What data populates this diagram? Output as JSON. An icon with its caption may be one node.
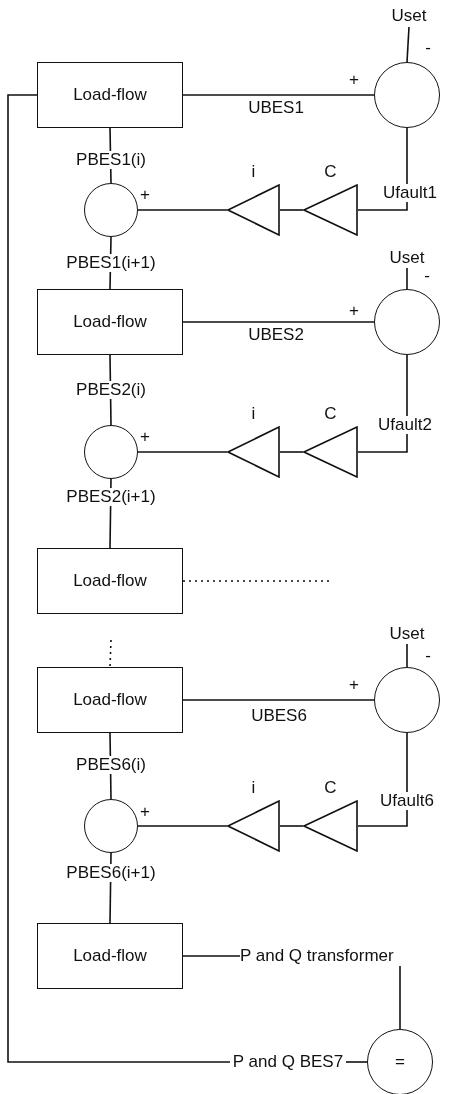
{
  "diagram": {
    "nodes": [
      {
        "text": [
          "Uset"
        ]
      },
      {
        "text": [
          "Load-flow"
        ]
      },
      {
        "text": [],
        "shape": "circle",
        "beside": [
          "-",
          "+"
        ]
      },
      {
        "text": [
          "i"
        ]
      },
      {
        "text": [
          "C"
        ]
      },
      {
        "text": [],
        "shape": "circle",
        "beside": [
          "+"
        ]
      },
      {
        "text": [
          "Uset"
        ]
      },
      {
        "text": [
          "Load-flow"
        ]
      },
      {
        "text": [],
        "shape": "circle",
        "beside": [
          "-",
          "+"
        ]
      },
      {
        "text": [
          "i"
        ]
      },
      {
        "text": [
          "C"
        ]
      },
      {
        "text": [],
        "shape": "circle",
        "beside": [
          "+"
        ]
      },
      {
        "text": [
          "Load-flow"
        ]
      },
      {
        "text": [
          "Uset"
        ]
      },
      {
        "text": [
          "Load-flow"
        ]
      },
      {
        "text": [],
        "shape": "circle",
        "beside": [
          "-",
          "+"
        ]
      },
      {
        "text": [
          "i"
        ]
      },
      {
        "text": [
          "C"
        ]
      },
      {
        "text": [],
        "shape": "circle",
        "beside": [
          "+"
        ]
      },
      {
        "text": [
          "Load-flow"
        ]
      },
      {
        "text": [
          "P and Q transformer"
        ]
      },
      {
        "text": [
          "P and Q BES7"
        ]
      },
      {
        "text": [
          "="
        ]
      }
    ],
    "edges": [
      {
        "from": 0,
        "to": 2,
        "arrow": "none"
      },
      {
        "from": 1,
        "to": 2,
        "arrow": "none",
        "label": "UBES1"
      },
      {
        "from": 2,
        "to": 4,
        "arrow": "none",
        "label": "Ufault1"
      },
      {
        "from": 4,
        "to": 3,
        "arrow": "none"
      },
      {
        "from": 3,
        "to": 5,
        "arrow": "none"
      },
      {
        "from": 1,
        "to": 5,
        "arrow": "none",
        "label": "PBES1(i)"
      },
      {
        "from": 5,
        "to": 7,
        "arrow": "none",
        "label": "PBES1(i+1)"
      },
      {
        "from": 6,
        "to": 8,
        "arrow": "none"
      },
      {
        "from": 7,
        "to": 8,
        "arrow": "none",
        "label": "UBES2"
      },
      {
        "from": 8,
        "to": 10,
        "arrow": "none",
        "label": "Ufault2"
      },
      {
        "from": 10,
        "to": 9,
        "arrow": "none"
      },
      {
        "from": 9,
        "to": 11,
        "arrow": "none"
      },
      {
        "from": 7,
        "to": 11,
        "arrow": "none",
        "label": "PBES2(i)"
      },
      {
        "from": 11,
        "to": 12,
        "arrow": "none",
        "label": "PBES2(i+1)"
      },
      {
        "from": 12,
        "to": null,
        "arrow": "none",
        "style": "dashed"
      },
      {
        "from": null,
        "to": 14,
        "arrow": "none",
        "style": "dashed"
      },
      {
        "from": 13,
        "to": 15,
        "arrow": "none"
      },
      {
        "from": 14,
        "to": 15,
        "arrow": "none",
        "label": "UBES6"
      },
      {
        "from": 15,
        "to": 17,
        "arrow": "none",
        "label": "Ufault6"
      },
      {
        "from": 17,
        "to": 16,
        "arrow": "none"
      },
      {
        "from": 16,
        "to": 18,
        "arrow": "none"
      },
      {
        "from": 14,
        "to": 18,
        "arrow": "none",
        "label": "PBES6(i)"
      },
      {
        "from": 18,
        "to": 19,
        "arrow": "none",
        "label": "PBES6(i+1)"
      },
      {
        "from": 19,
        "to": 20,
        "arrow": "none"
      },
      {
        "from": 20,
        "to": 22,
        "arrow": "none"
      },
      {
        "from": 22,
        "to": 21,
        "arrow": "none"
      },
      {
        "from": 21,
        "to": 1,
        "arrow": "none"
      }
    ]
  }
}
